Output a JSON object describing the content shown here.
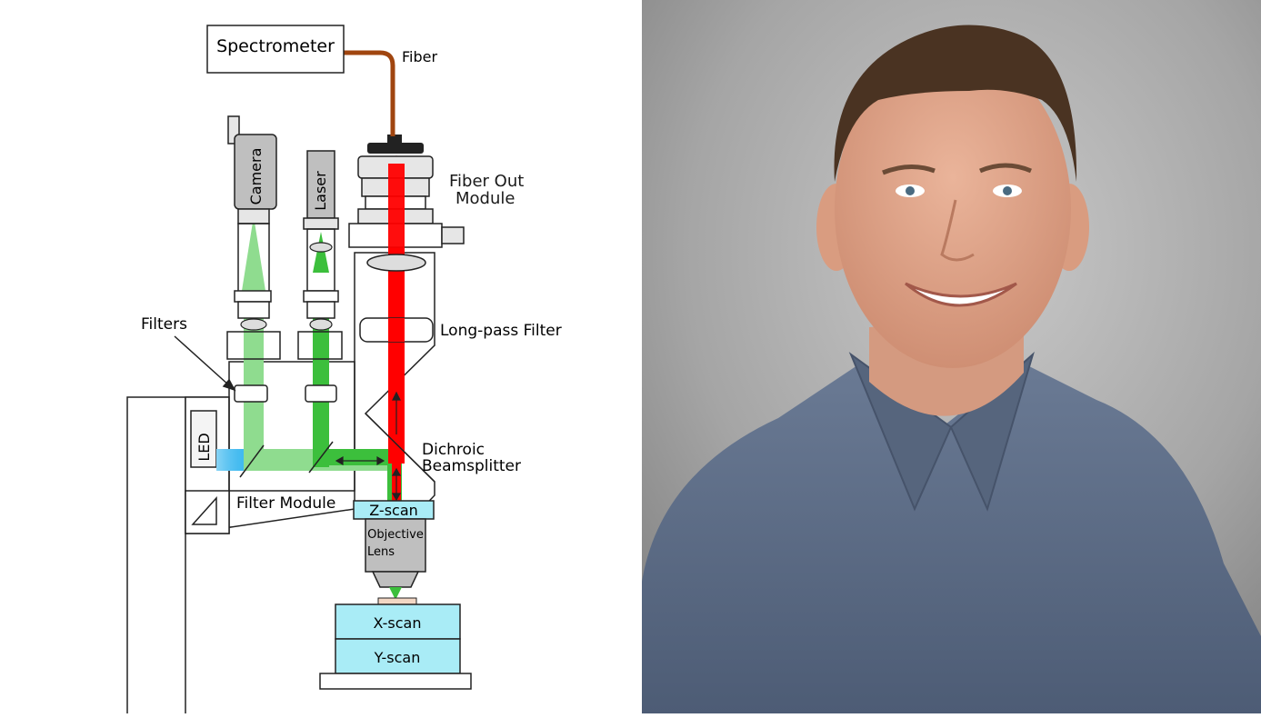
{
  "diagram": {
    "labels": {
      "spectrometer": "Spectrometer",
      "fiber": "Fiber",
      "camera": "Camera",
      "laser": "Laser",
      "fiber_out_module": [
        "Fiber Out",
        "Module"
      ],
      "filters": "Filters",
      "long_pass_filter": "Long-pass Filter",
      "led": "LED",
      "dichroic_beamsplitter": [
        "Dichroic",
        "Beamsplitter"
      ],
      "filter_module": "Filter Module",
      "z_scan": "Z-scan",
      "objective_lens": [
        "Objective",
        "Lens"
      ],
      "x_scan": "X-scan",
      "y_scan": "Y-scan"
    },
    "colors": {
      "fiber": "#a0450f",
      "laser_beam": "#3cbf3c",
      "camera_beam": "#8fdc8f",
      "emission_beam": "#ff0000",
      "led_beam": "#39b7ef",
      "scan_stage": "#a9ecf6",
      "component_gray": "#bfbfbf",
      "label_text": "#000000",
      "fiber_out_text": "#1a1a1a"
    }
  },
  "photo": {
    "background": "#9a9a9a",
    "shirt": "#5c6c86",
    "skin": "#e3a98f",
    "hair": "#4a3322"
  }
}
